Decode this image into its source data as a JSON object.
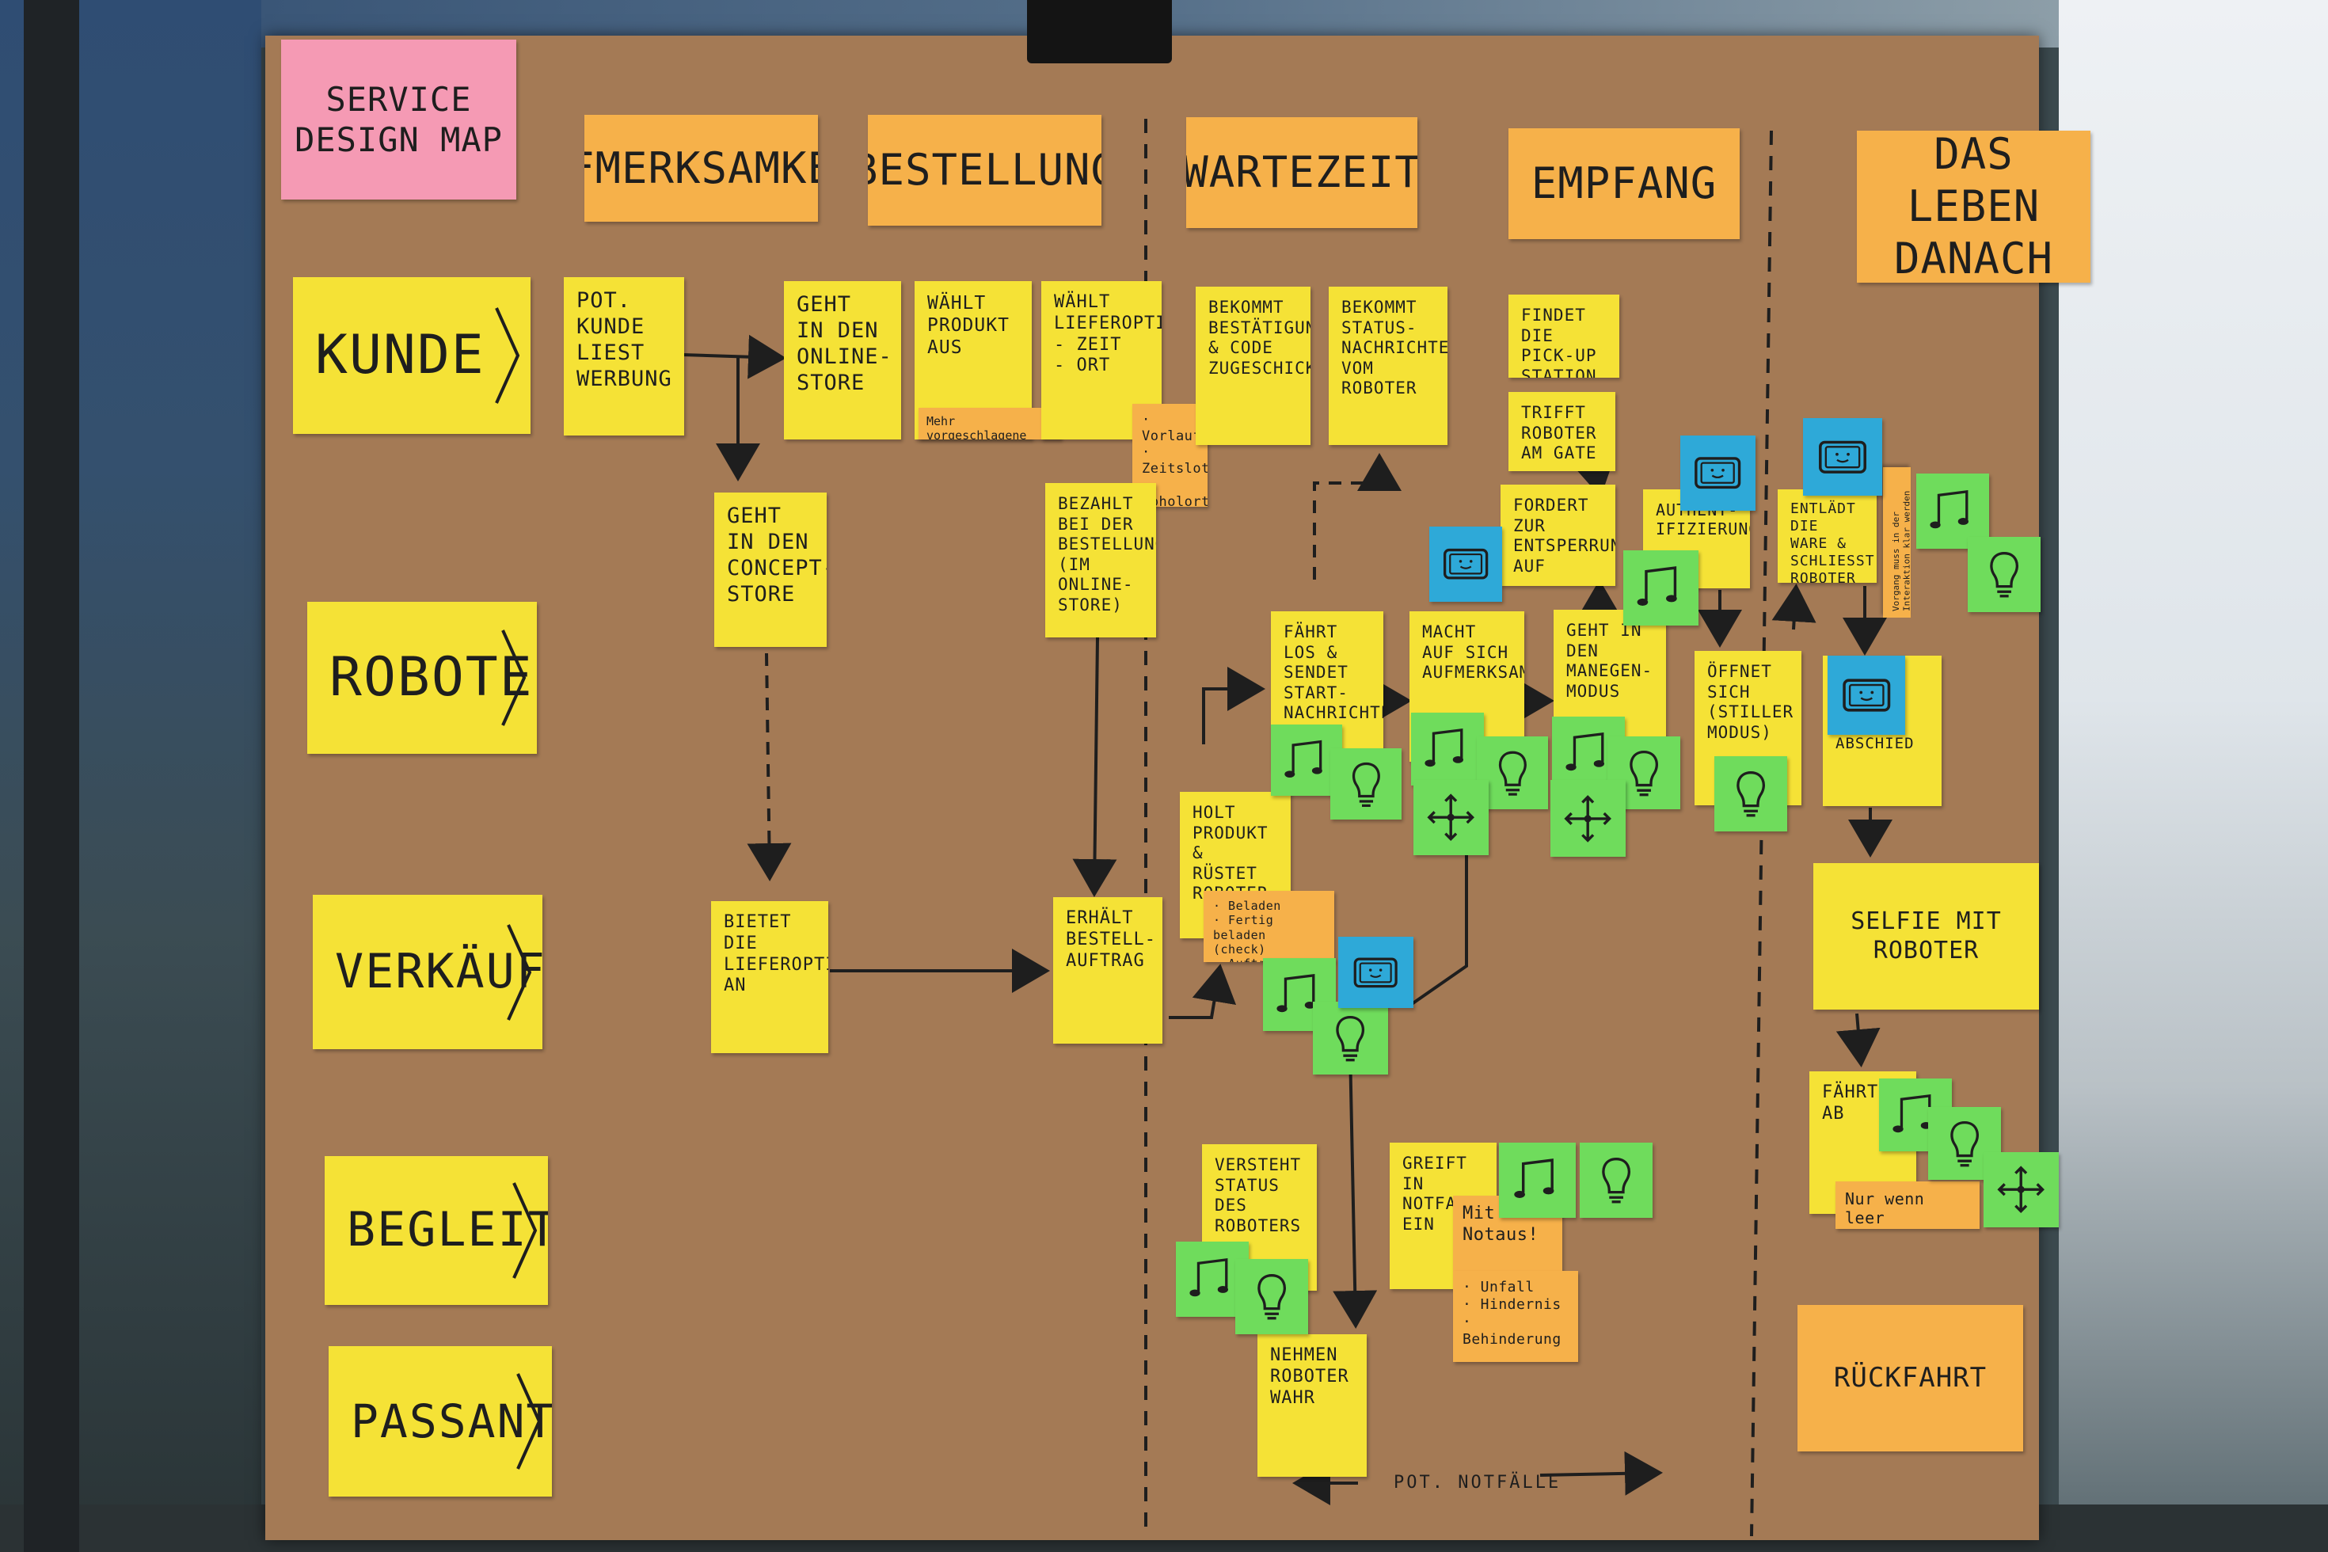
{
  "board_title": "Service Design Map",
  "phases": [
    "Aufmerksamkeit",
    "Bestellung",
    "Wartezeit",
    "Empfang",
    "Das Leben Danach"
  ],
  "lanes": [
    "Kunde",
    "Roboter",
    "Verkäufer",
    "Begleiter",
    "Passanten"
  ],
  "cards": {
    "kunde_werbung": "Pot. Kunde liest Werbung",
    "kunde_onlinestore": "Geht in den Online-Store",
    "kunde_produkt": "Wählt Produkt aus",
    "kunde_lieferoptionen": "Wählt Lieferoptionen\n- Zeit\n- Ort",
    "kunde_bestaetigung": "Bekommt Bestätigungs- & Code zugeschickt",
    "kunde_status": "Bekommt Status-nachrichten vom Roboter",
    "kunde_pickup": "Findet die Pick-up Station",
    "kunde_gate": "Trifft Roboter am Gate",
    "kunde_conceptstore": "Geht in den Concept-Store",
    "kunde_bezahlt": "Bezahlt bei der Bestellung (im Online-Store)",
    "roboter_faehrt": "Fährt los & sendet Start-nachrichten",
    "roboter_aufmerksam": "Macht auf sich aufmerksam",
    "roboter_manegen": "Geht in den Manegen-modus",
    "roboter_entsperrung": "Fordert zur Entsperrung auf",
    "roboter_authent": "Authent-ifizierung",
    "roboter_oeffnet": "Öffnet sich (stiller Modus)",
    "roboter_entlaedt": "Entlädt die Ware & schließt Roboter",
    "roboter_abschied": "Abschied",
    "verkaeufer_bietet": "Bietet die Lieferoption an",
    "verkaeufer_auftrag": "Erhält Bestell-auftrag",
    "verkaeufer_holt": "Holt Produkt & rüstet Roboter",
    "begleiter_versteht": "Versteht Status des Roboters",
    "begleiter_greift": "Greift in Notfall ein",
    "passanten_nehmen": "Nehmen Roboter wahr",
    "selfie": "Selfie mit Roboter",
    "faehrt_ab": "Fährt ab",
    "rueckfahrt": "Rückfahrt"
  },
  "tags": {
    "produkte": "Mehr vorgeschlagene Produkte",
    "vorlauf": "· Vorlauf\n· Zeitslot\n· Abholort\n· Kanal",
    "beladen": "· Beladen\n· Fertig beladen (check)\n· Auftrag mitgeben",
    "notaus": "Mit Notaus!",
    "unfall": "· Unfall\n· Hindernis\n· Behinderung",
    "leer": "Nur wenn leer",
    "vertical": "Vorgang muss in der Interaktion klar werden"
  },
  "notfaelle_label": "pot. Notfälle",
  "icon_legend": [
    "music-icon",
    "lightbulb-icon",
    "tablet-face-icon",
    "movement-arrows-icon"
  ]
}
